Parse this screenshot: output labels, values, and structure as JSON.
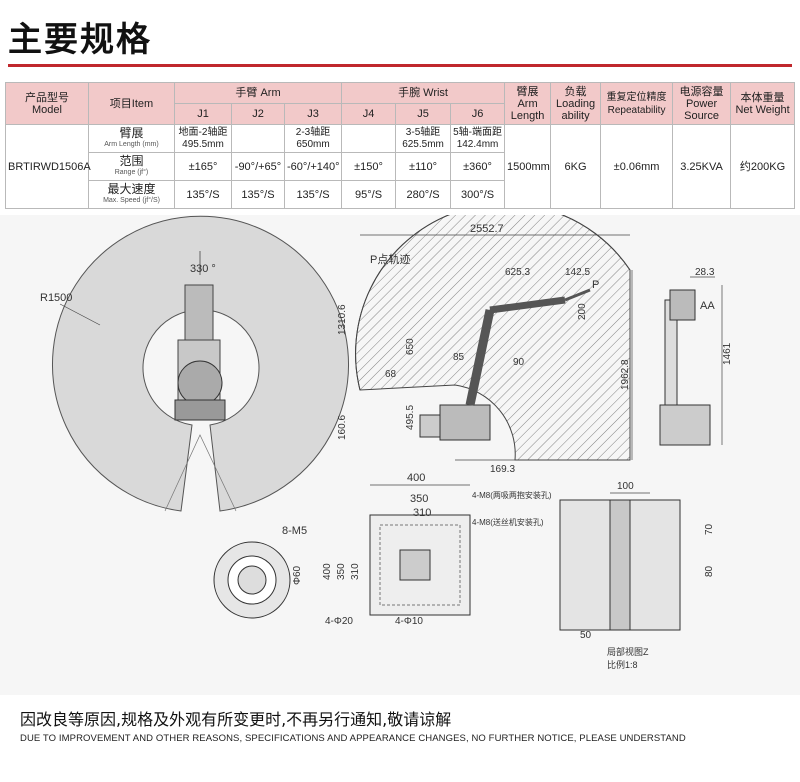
{
  "title": "主要规格",
  "table": {
    "h_model_cn": "产品型号",
    "h_model_en": "Model",
    "h_item": "项目Item",
    "h_arm": "手臂 Arm",
    "h_wrist": "手腕 Wrist",
    "joints": [
      "J1",
      "J2",
      "J3",
      "J4",
      "J5",
      "J6"
    ],
    "h_armlen_cn": "臂展",
    "h_armlen_en1": "Arm",
    "h_armlen_en2": "Length",
    "h_load_cn": "负载",
    "h_load_en1": "Loading",
    "h_load_en2": "ability",
    "h_rep_cn": "重复定位精度",
    "h_rep_en": "Repeatability",
    "h_power_cn": "电源容量",
    "h_power_en1": "Power",
    "h_power_en2": "Source",
    "h_weight_cn": "本体重量",
    "h_weight_en": "Net Weight",
    "model": "BRTIRWD1506A",
    "rows": [
      {
        "cn": "臂展",
        "en": "Arm Length (mm)",
        "cells": [
          "地面-2轴距|495.5mm",
          "",
          "2-3轴距|650mm",
          "",
          "3-5轴距|625.5mm",
          "5轴-端面距|142.4mm"
        ]
      },
      {
        "cn": "范围",
        "en": "Range (jf°)",
        "cells": [
          "±165°",
          "-90°/+65°",
          "-60°/+140°",
          "±150°",
          "±110°",
          "±360°"
        ]
      },
      {
        "cn": "最大速度",
        "en": "Max. Speed (jf°/S)",
        "cells": [
          "135°/S",
          "135°/S",
          "135°/S",
          "95°/S",
          "280°/S",
          "300°/S"
        ]
      }
    ],
    "arm_length": "1500mm",
    "load": "6KG",
    "repeatability": "±0.06mm",
    "power": "3.25KVA",
    "weight": "约200KG"
  },
  "drawings": {
    "top_view": {
      "angle": "330 °",
      "radius": "R1500"
    },
    "side_view": {
      "width": "2552.7",
      "trajectory": "P点轨迹",
      "d1": "625.3",
      "d2": "142.5",
      "p": "P",
      "d200": "200",
      "d1310": "1310.6",
      "d650": "650",
      "a85": "85",
      "a90": "90",
      "a68": "68",
      "d495": "495.5",
      "d160": "160.6",
      "d169": "169.3",
      "d1962": "1962.8"
    },
    "front_view": {
      "d28": "28.3",
      "aa": "AA",
      "d1461": "1461"
    },
    "flange": {
      "holes": "8-M5",
      "dia": "Φ60"
    },
    "base": {
      "w400": "400",
      "w350": "350",
      "w310": "310",
      "h400": "400",
      "h350": "350",
      "h310": "310",
      "holes1": "4-Φ20",
      "holes2": "4-Φ10"
    },
    "detail": {
      "note1": "4-M8(两吸两抱安装孔)",
      "note2": "4-M8(送丝机安装孔)",
      "d100": "100",
      "d70": "70",
      "d80": "80",
      "d50": "50",
      "view_name": "局部视图Z",
      "scale": "比例1:8"
    }
  },
  "footer": {
    "cn": "因改良等原因,规格及外观有所变更时,不再另行通知,敬请谅解",
    "en": "DUE TO IMPROVEMENT AND OTHER REASONS, SPECIFICATIONS AND APPEARANCE CHANGES, NO FURTHER NOTICE, PLEASE UNDERSTAND"
  }
}
